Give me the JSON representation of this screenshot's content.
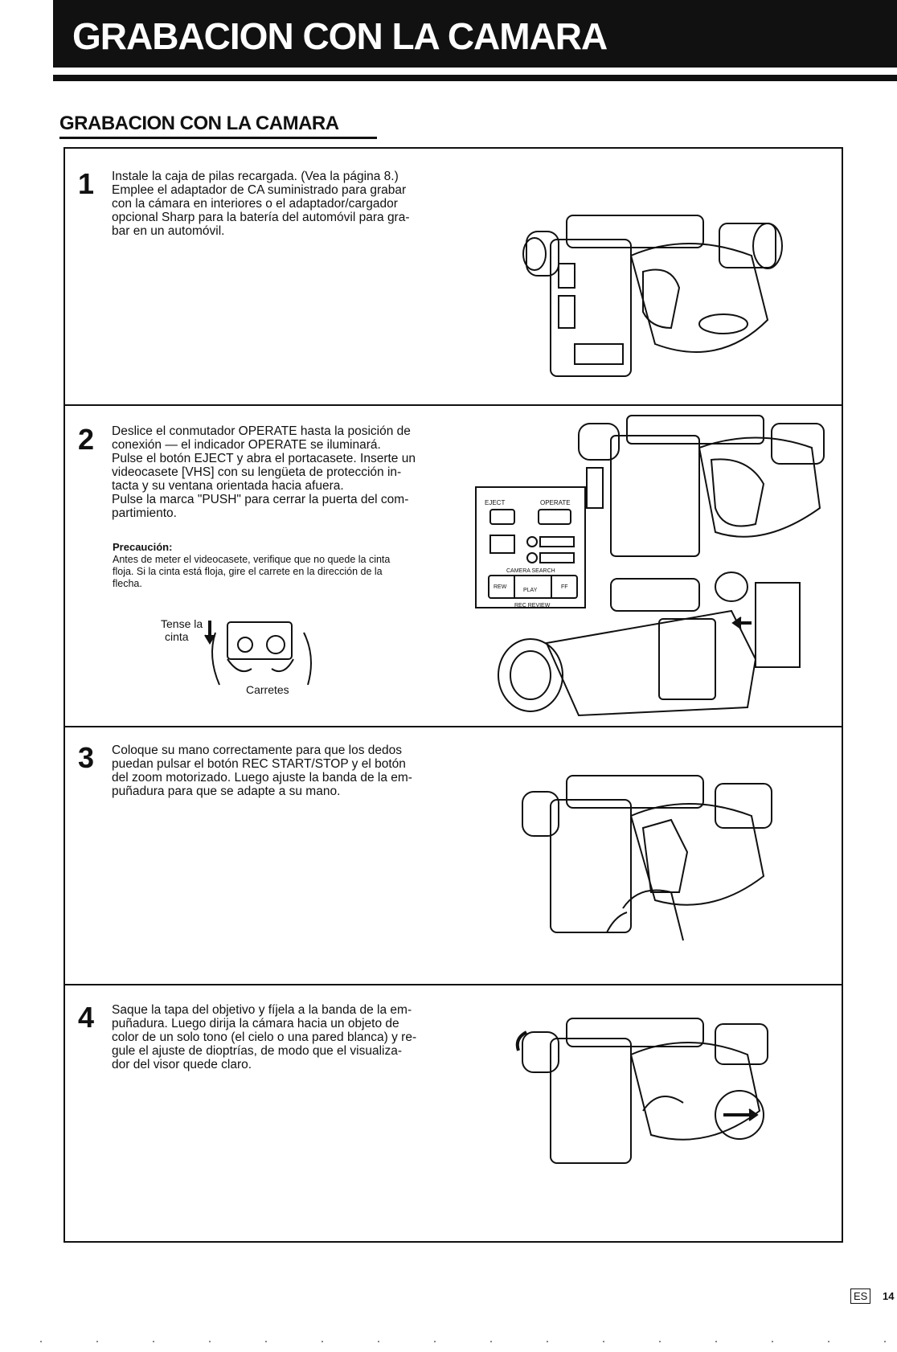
{
  "header": {
    "title": "GRABACION CON LA CAMARA"
  },
  "section": {
    "title": "GRABACION CON LA CAMARA"
  },
  "steps": [
    {
      "number": "1",
      "lines": [
        "Instale la caja de pilas recargada. (Vea la página 8.)",
        "Emplee el adaptador de CA suministrado para grabar",
        "con la cámara en interiores o el adaptador/cargador",
        "opcional Sharp para la batería del automóvil para gra-",
        "bar en un automóvil."
      ]
    },
    {
      "number": "2",
      "lines": [
        "Deslice el conmutador OPERATE hasta la posición de",
        "conexión — el indicador OPERATE se iluminará.",
        "Pulse el botón EJECT y abra el portacasete. Inserte un",
        "videocasete [VHS] con su lengüeta de protección in-",
        "tacta y su ventana orientada hacia afuera.",
        "Pulse la marca \"PUSH\" para cerrar la puerta del com-",
        "partimiento."
      ],
      "caution_title": "Precaución:",
      "caution_lines": [
        "Antes de meter el videocasete, verifique que no quede la cinta",
        "floja. Si la cinta está floja, gire el carrete en la dirección de la",
        "flecha."
      ],
      "label_tense": "Tense la",
      "label_cinta": "cinta",
      "label_carretes": "Carretes"
    },
    {
      "number": "3",
      "lines": [
        "Coloque su mano correctamente para que los dedos",
        "puedan pulsar el botón REC START/STOP y el botón",
        "del zoom motorizado. Luego ajuste la banda de la em-",
        "puñadura para que se adapte a su mano."
      ]
    },
    {
      "number": "4",
      "lines": [
        "Saque la tapa del objetivo y fíjela a la banda de la em-",
        "puñadura. Luego dirija la cámara hacia un objeto de",
        "color de un solo tono (el cielo o una pared blanca) y re-",
        "gule el ajuste de dioptrías, de modo que el visualiza-",
        "dor del visor quede claro."
      ]
    }
  ],
  "panel_labels": {
    "eject": "EJECT",
    "operate": "OPERATE",
    "camera_search": "CAMERA SEARCH",
    "rew": "REW",
    "play": "PLAY",
    "ff": "FF",
    "rec_review": "REC REVIEW"
  },
  "footer": {
    "lang": "ES",
    "page": "14"
  }
}
